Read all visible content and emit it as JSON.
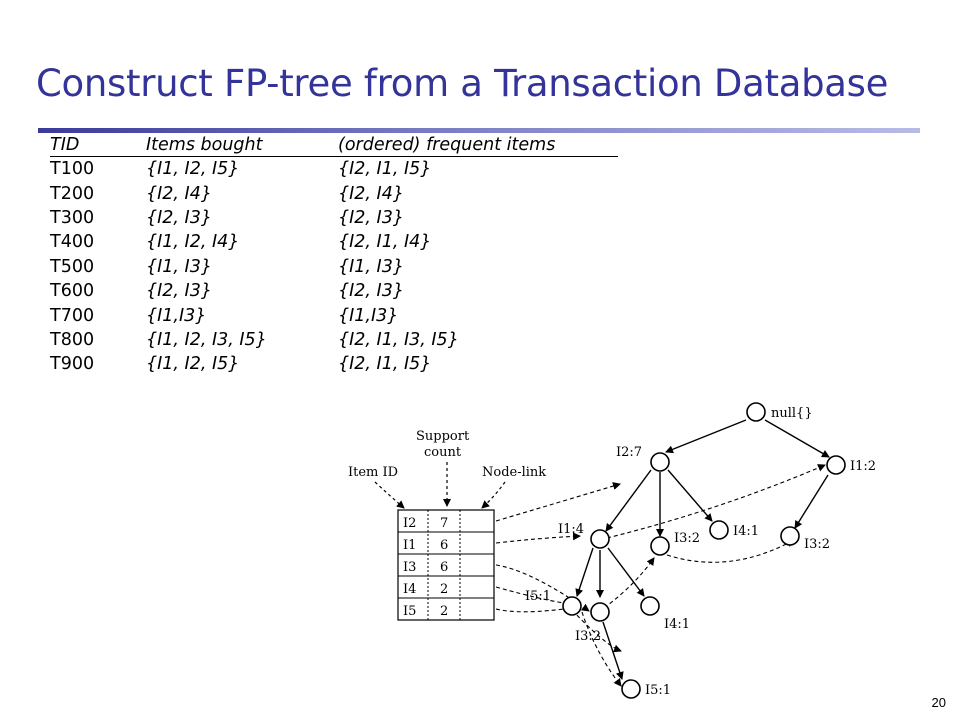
{
  "slide": {
    "title": "Construct FP-tree from a Transaction Database",
    "page_number": "20"
  },
  "table": {
    "headers": [
      "TID",
      "Items bought",
      "(ordered) frequent items"
    ],
    "rows": [
      {
        "tid": "T100",
        "items": "{I1, I2, I5}",
        "ordered": "{I2, I1, I5}"
      },
      {
        "tid": "T200",
        "items": "{I2, I4}",
        "ordered": "{I2, I4}"
      },
      {
        "tid": "T300",
        "items": "{I2, I3}",
        "ordered": "{I2, I3}"
      },
      {
        "tid": "T400",
        "items": "{I1, I2, I4}",
        "ordered": "{I2, I1, I4}"
      },
      {
        "tid": "T500",
        "items": "{I1, I3}",
        "ordered": "{I1, I3}"
      },
      {
        "tid": "T600",
        "items": "{I2, I3}",
        "ordered": "{I2, I3}"
      },
      {
        "tid": "T700",
        "items": "{I1,I3}",
        "ordered": "{I1,I3}"
      },
      {
        "tid": "T800",
        "items": "{I1, I2, I3, I5}",
        "ordered": "{I2, I1, I3, I5}"
      },
      {
        "tid": "T900",
        "items": "{I1, I2, I5}",
        "ordered": "{I2, I1, I5}"
      }
    ]
  },
  "figure": {
    "labels": {
      "item_id": "Item ID",
      "support_line1": "Support",
      "support_line2": "count",
      "node_link": "Node-link"
    },
    "header_table": [
      {
        "item": "I2",
        "count": "7"
      },
      {
        "item": "I1",
        "count": "6"
      },
      {
        "item": "I3",
        "count": "6"
      },
      {
        "item": "I4",
        "count": "2"
      },
      {
        "item": "I5",
        "count": "2"
      }
    ],
    "nodes": {
      "root": "null{}",
      "i2": "I2:7",
      "i1_right": "I1:2",
      "i1": "I1:4",
      "i3_mid": "I3:2",
      "i4_mid": "I4:1",
      "i3_right": "I3:2",
      "i5_top": "I5:1",
      "i3_low": "I3:2",
      "i4_low": "I4:1",
      "i5_bottom": "I5:1"
    }
  }
}
